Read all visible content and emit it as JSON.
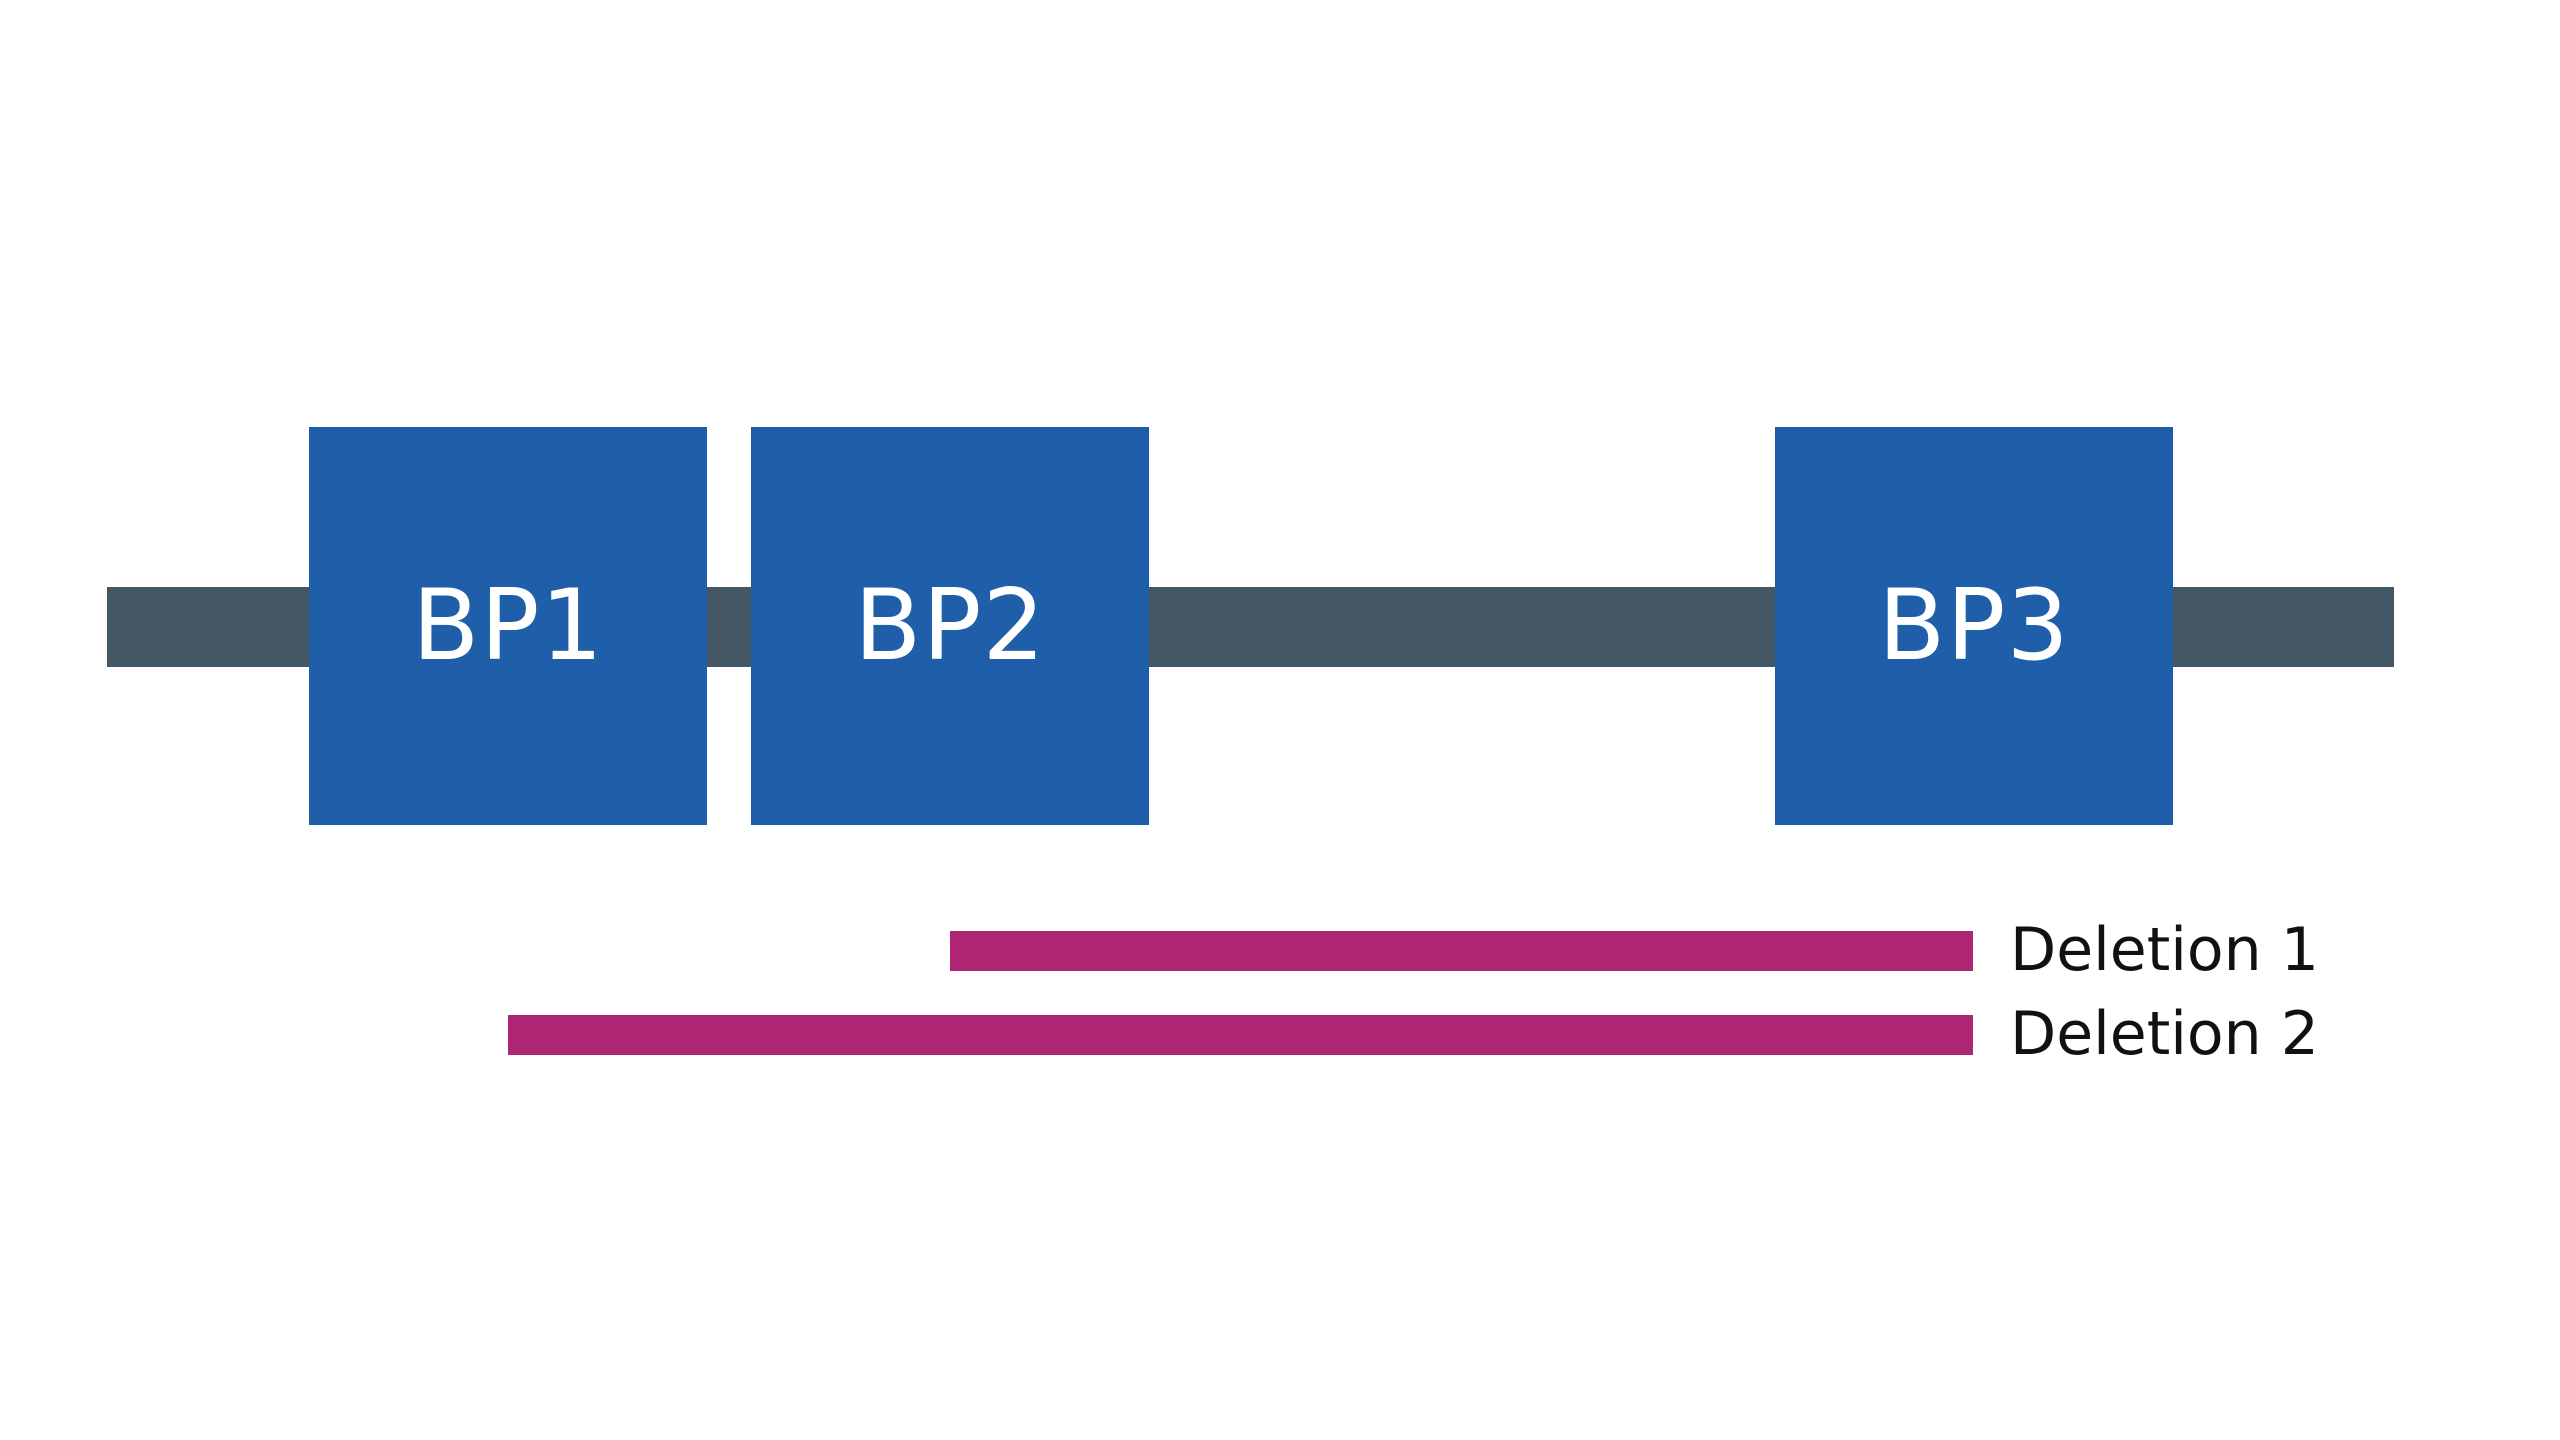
{
  "colors": {
    "chromosome": "#445765",
    "breakpoint_box": "#1f5faa",
    "breakpoint_text": "#ffffff",
    "deletion": "#ae2573",
    "label_text": "#111111",
    "background": "#ffffff"
  },
  "breakpoints": [
    {
      "label": "BP1"
    },
    {
      "label": "BP2"
    },
    {
      "label": "BP3"
    }
  ],
  "deletions": [
    {
      "label": "Deletion 1",
      "from": "BP2",
      "to": "BP3"
    },
    {
      "label": "Deletion 2",
      "from": "BP1",
      "to": "BP3"
    }
  ]
}
